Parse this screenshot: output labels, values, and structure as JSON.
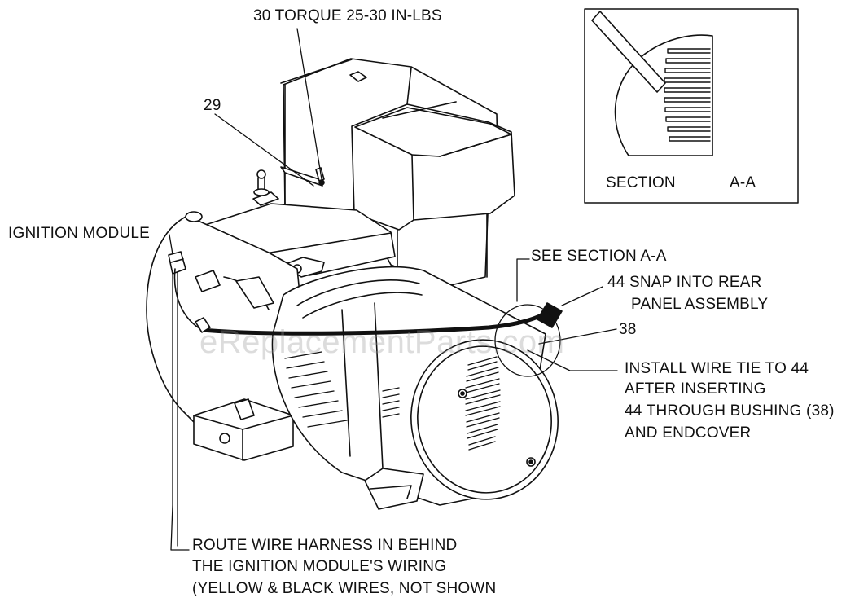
{
  "callouts": {
    "torque": "30 TORQUE 25-30 IN-LBS",
    "part29": "29",
    "ignition_module": "IGNITION MODULE",
    "see_section": "SEE SECTION A-A",
    "snap_44": "44 SNAP INTO REAR",
    "snap_44_line2": "PANEL ASSEMBLY",
    "part38": "38",
    "install_tie": [
      "INSTALL WIRE TIE TO 44",
      "AFTER INSERTING",
      "44 THROUGH BUSHING (38)",
      "AND ENDCOVER"
    ],
    "route_harness": [
      "ROUTE WIRE HARNESS IN BEHIND",
      "THE IGNITION MODULE'S WIRING",
      "(YELLOW & BLACK WIRES, NOT SHOWN"
    ]
  },
  "section_box": {
    "word": "SECTION",
    "id": "A-A"
  },
  "watermark": "eReplacementParts.com"
}
